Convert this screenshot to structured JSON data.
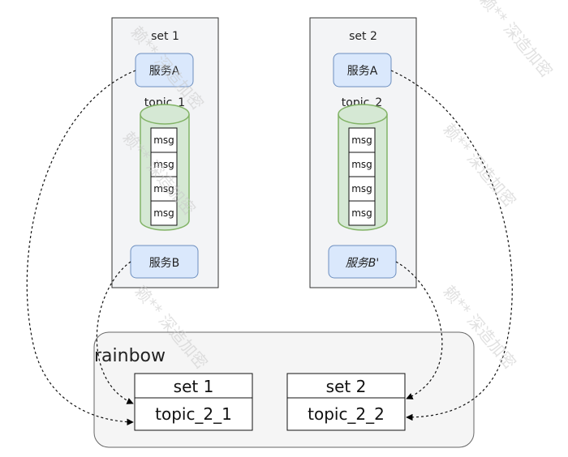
{
  "set1": {
    "title": "set 1",
    "service_a": "服务A",
    "topic_label": "topic_1",
    "service_b": "服务B",
    "messages": [
      "msg",
      "msg",
      "msg",
      "msg"
    ]
  },
  "set2": {
    "title": "set 2",
    "service_a": "服务A",
    "topic_label": "topic_2",
    "service_b": "服务B'",
    "messages": [
      "msg",
      "msg",
      "msg",
      "msg"
    ]
  },
  "rainbow": {
    "title": "rainbow",
    "box1": {
      "set": "set 1",
      "topic": "topic_2_1"
    },
    "box2": {
      "set": "set 2",
      "topic": "topic_2_2"
    }
  },
  "watermark": "赖** 深造加密",
  "colors": {
    "set_bg": "#f3f4f6",
    "service_fill": "#dae8fc",
    "service_stroke": "#6c8ebf",
    "cylinder_fill": "#d5e8d4",
    "cylinder_stroke": "#82b366",
    "rainbow_bg": "#f5f5f5"
  }
}
